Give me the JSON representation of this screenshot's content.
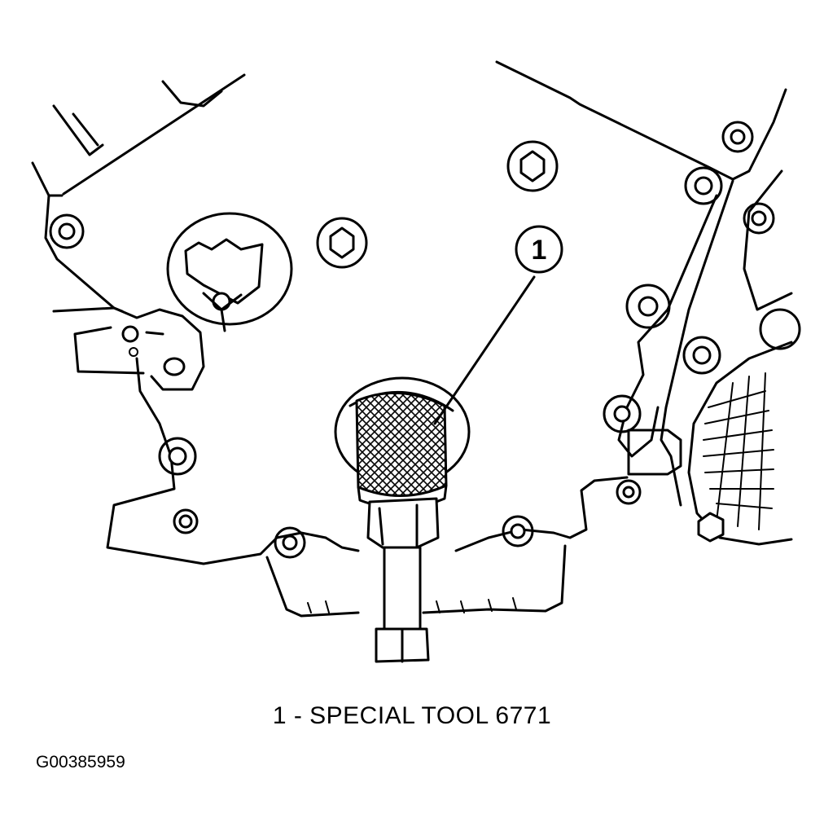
{
  "callout": {
    "number": "1"
  },
  "caption": {
    "text": "1 - SPECIAL TOOL 6771"
  },
  "figure_id": "G00385959"
}
